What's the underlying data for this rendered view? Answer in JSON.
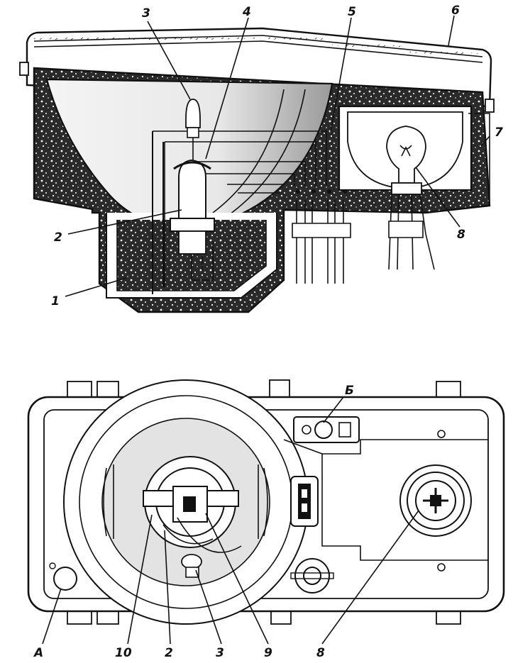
{
  "top_view": {
    "labels": [
      "3",
      "4",
      "5",
      "6",
      "7",
      "2",
      "1",
      "8"
    ]
  },
  "bottom_view": {
    "labels": [
      "Б",
      "А",
      "10",
      "2",
      "3",
      "9",
      "8"
    ]
  }
}
